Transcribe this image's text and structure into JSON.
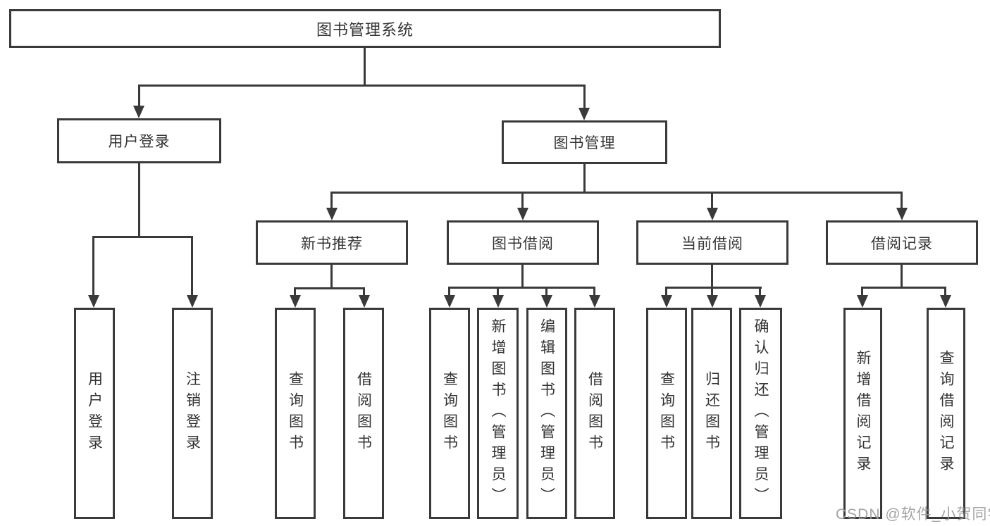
{
  "diagram": {
    "title_node": "图书管理系统",
    "level2": {
      "user_login": "用户登录",
      "book_management": "图书管理"
    },
    "level3": {
      "new_book_recommend": "新书推荐",
      "book_borrow": "图书借阅",
      "current_borrow": "当前借阅",
      "borrow_records": "借阅记录"
    },
    "leaves": {
      "user_login": "用户登录",
      "logout": "注销登录",
      "nb_query_books": "查询图书",
      "nb_borrow_books": "借阅图书",
      "bb_query_books": "查询图书",
      "bb_add_books_admin": "新增图书（管理员）",
      "bb_edit_books_admin": "编辑图书（管理员）",
      "bb_borrow_books": "借阅图书",
      "cb_query_books": "查询图书",
      "cb_return_books": "归还图书",
      "cb_confirm_return_admin": "确认归还（管理员）",
      "br_add_record": "新增借阅记录",
      "br_query_record": "查询借阅记录"
    }
  },
  "watermark": "CSDN @软件_小贺同学",
  "colors": {
    "line": "#3a3a3a",
    "text": "#333333",
    "background": "#ffffff",
    "watermark": "#9b9b9b"
  }
}
